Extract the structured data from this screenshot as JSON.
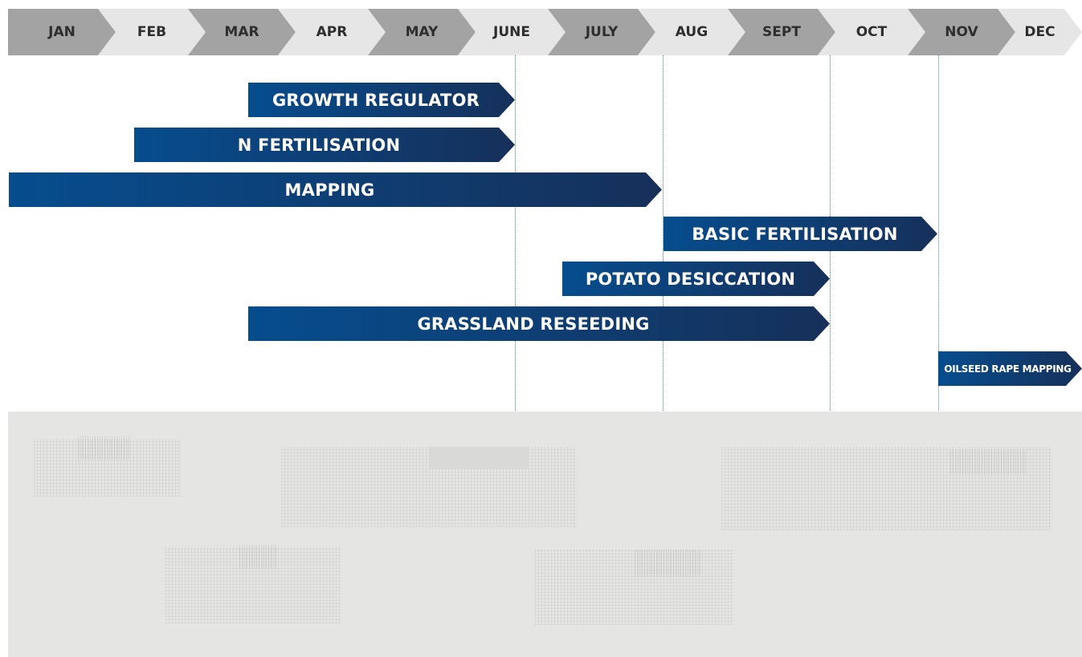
{
  "months": [
    "JAN",
    "FEB",
    "MAR",
    "APR",
    "MAY",
    "JUNE",
    "JULY",
    "AUG",
    "SEPT",
    "OCT",
    "NOV",
    "DEC"
  ],
  "activities": [
    {
      "label": "GROWTH REGULATOR",
      "start": "MAR",
      "end": "JUNE"
    },
    {
      "label": "N FERTILISATION",
      "start": "FEB",
      "end": "JUNE"
    },
    {
      "label": "MAPPING",
      "start": "JAN",
      "end": "AUG"
    },
    {
      "label": "BASIC FERTILISATION",
      "start": "AUG",
      "end": "NOV"
    },
    {
      "label": "POTATO DESICCATION",
      "start": "JULY",
      "end": "OCT"
    },
    {
      "label": "GRASSLAND RESEEDING",
      "start": "MAR",
      "end": "OCT"
    },
    {
      "label": "OILSEED RAPE MAPPING",
      "start": "NOV",
      "end": "DEC"
    }
  ],
  "colors": {
    "month_dark": "#a3a3a3",
    "month_light": "#e6e6e6",
    "bar_start": "#064d8e",
    "bar_end": "#16305a",
    "guide": "#4a7fb5",
    "photo_panel": "#e5e5e4"
  },
  "photo_panel": {
    "description_icon": "farm-machinery-photos"
  }
}
